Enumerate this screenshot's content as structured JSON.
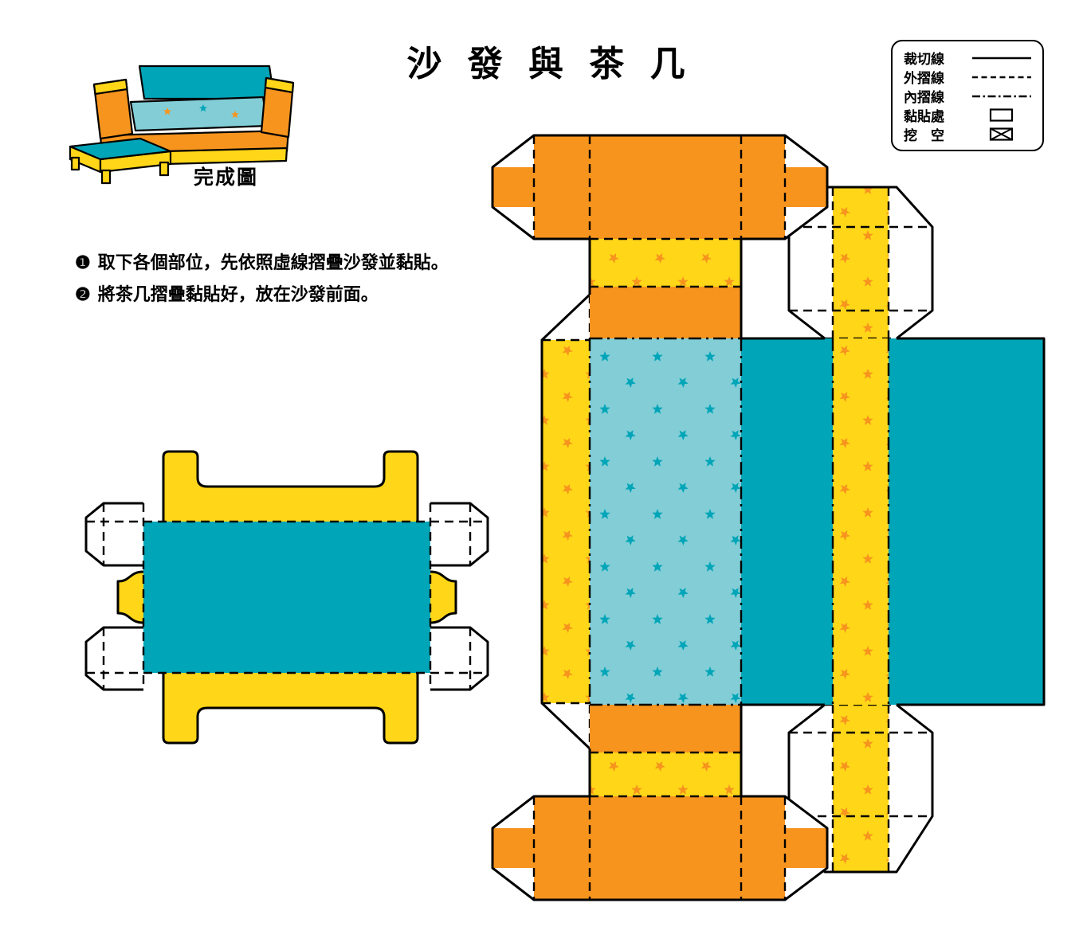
{
  "page": {
    "title": "沙 發 與 茶 几"
  },
  "legend": {
    "items": [
      {
        "label": "裁切線",
        "symbol": "solid-line"
      },
      {
        "label": "外摺線",
        "symbol": "dashed-line"
      },
      {
        "label": "內摺線",
        "symbol": "dash-dot-line"
      },
      {
        "label": "黏貼處",
        "symbol": "glue-box"
      },
      {
        "label": "挖　空",
        "symbol": "cutout-box"
      }
    ]
  },
  "completed_figure": {
    "caption": "完成圖"
  },
  "instructions": {
    "steps": [
      {
        "num": "❶",
        "text": "取下各個部位，先依照虛線摺疊沙發並黏貼。"
      },
      {
        "num": "❷",
        "text": "將茶几摺疊黏貼好，放在沙發前面。"
      }
    ]
  },
  "colors": {
    "orange": "#F7941E",
    "yellow": "#FFD618",
    "teal": "#00A5B8",
    "light_teal": "#82CDD6",
    "outline": "#000000",
    "paper": "#FFFFFF"
  }
}
